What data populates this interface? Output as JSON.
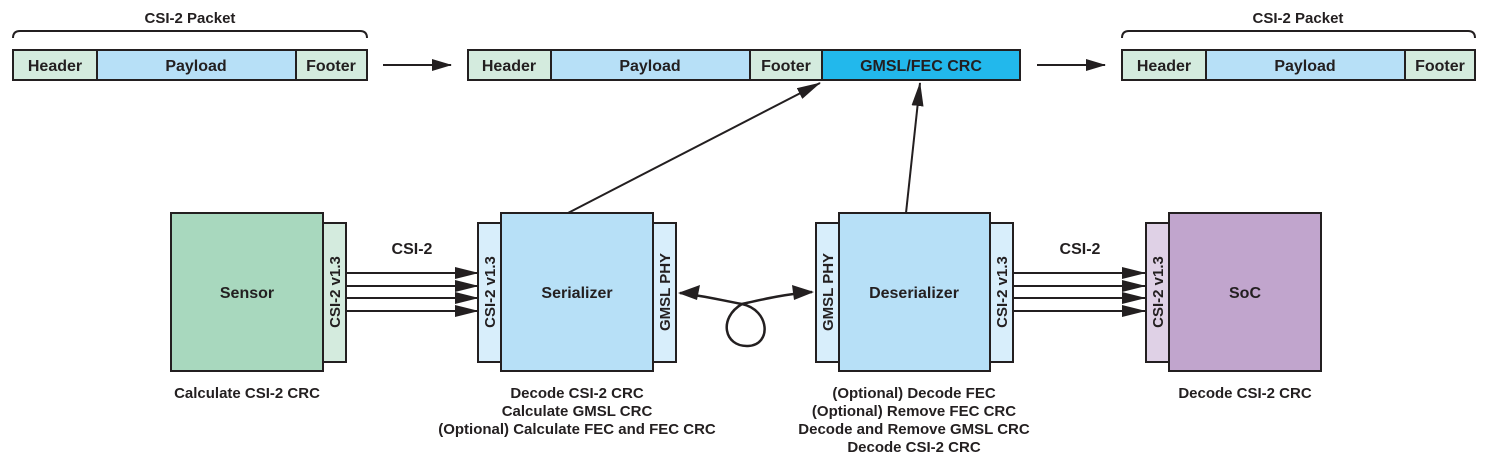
{
  "colors": {
    "header_footer": "#d4ebde",
    "payload": "#b7e0f7",
    "gmsl_crc": "#22b8ec",
    "sensor": "#a8d8be",
    "sensor_port": "#d4ebde",
    "serdes": "#b7e0f7",
    "serdes_port": "#d8eefb",
    "soc": "#c1a5cd",
    "soc_port": "#dfd1e6",
    "stroke": "#231f20"
  },
  "packets": {
    "left": {
      "title": "CSI-2 Packet",
      "header": "Header",
      "payload": "Payload",
      "footer": "Footer"
    },
    "middle": {
      "header": "Header",
      "payload": "Payload",
      "footer": "Footer",
      "crc": "GMSL/FEC CRC"
    },
    "right": {
      "title": "CSI-2 Packet",
      "header": "Header",
      "payload": "Payload",
      "footer": "Footer"
    }
  },
  "blocks": {
    "sensor": {
      "label": "Sensor",
      "port": "CSI-2 v1.3",
      "caption": [
        "Calculate CSI-2 CRC"
      ]
    },
    "serializer": {
      "label": "Serializer",
      "port_in": "CSI-2 v1.3",
      "port_out": "GMSL PHY",
      "caption": [
        "Decode CSI-2 CRC",
        "Calculate GMSL CRC",
        "(Optional) Calculate FEC and FEC CRC"
      ]
    },
    "deserializer": {
      "label": "Deserializer",
      "port_in": "GMSL PHY",
      "port_out": "CSI-2 v1.3",
      "caption": [
        "(Optional) Decode FEC",
        "(Optional) Remove FEC CRC",
        "Decode and Remove GMSL CRC",
        "Decode CSI-2 CRC"
      ]
    },
    "soc": {
      "label": "SoC",
      "port": "CSI-2 v1.3",
      "caption": [
        "Decode CSI-2 CRC"
      ]
    }
  },
  "links": {
    "left_label": "CSI-2",
    "right_label": "CSI-2"
  }
}
